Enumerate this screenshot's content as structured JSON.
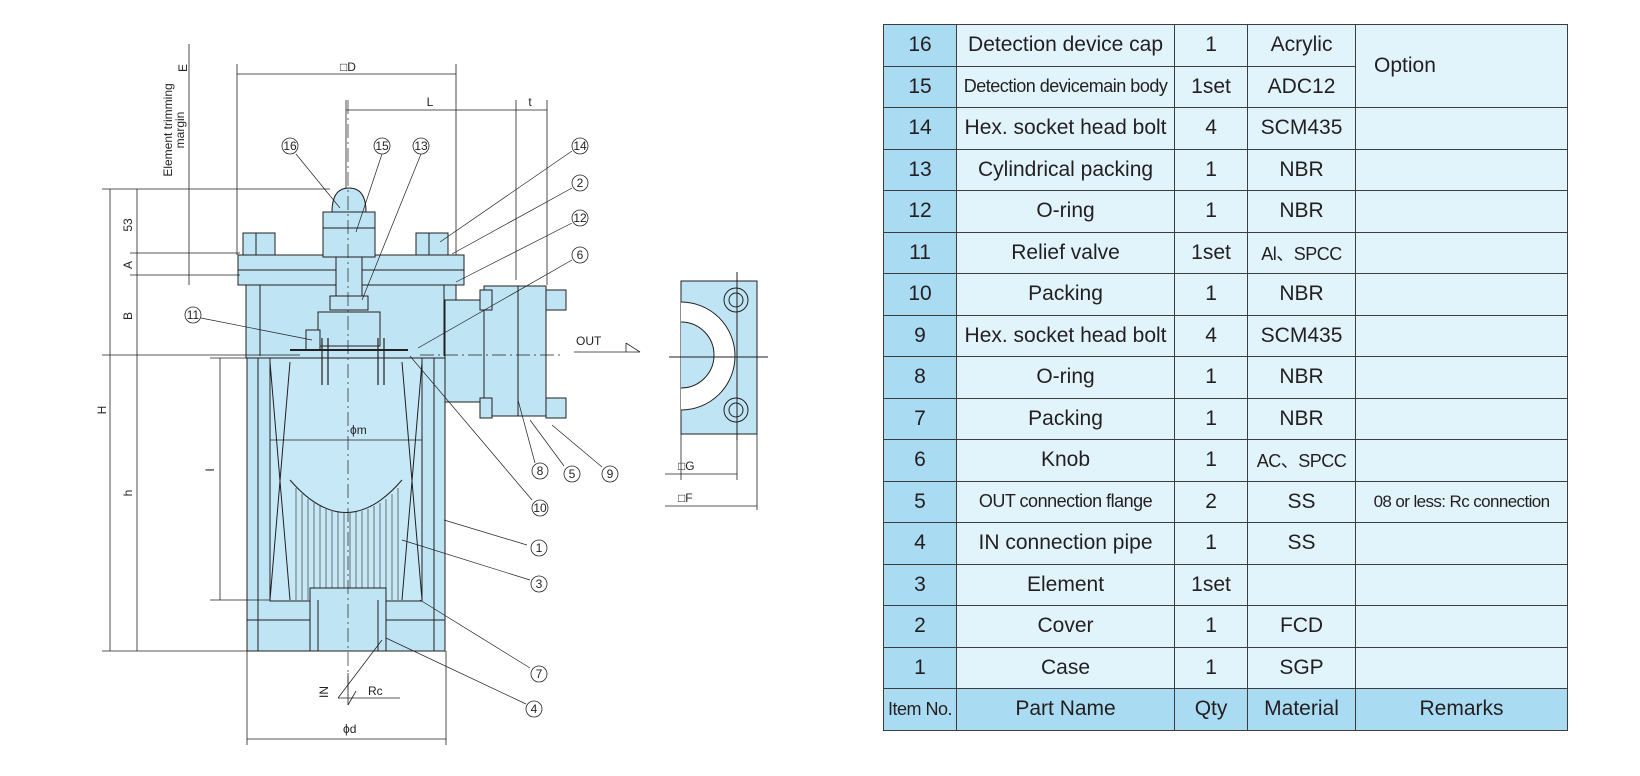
{
  "drawing": {
    "dimensions": {
      "D": "□D",
      "E": "E",
      "L": "L",
      "t": "t",
      "dim_53": "53",
      "A": "A",
      "B": "B",
      "H": "H",
      "h": "h",
      "I": "I",
      "phi_m": "ϕm",
      "phi_d": "ϕd",
      "G": "□G",
      "F": "□F",
      "Rc": "Rc"
    },
    "element_trimming_line1": "Element trimming",
    "element_trimming_line2": "margin",
    "out_label": "OUT",
    "in_label": "IN",
    "callouts": [
      "16",
      "15",
      "13",
      "14",
      "2",
      "12",
      "6",
      "11",
      "8",
      "5",
      "9",
      "10",
      "1",
      "3",
      "7",
      "4"
    ]
  },
  "table": {
    "rows": [
      {
        "no": "16",
        "name": "Detection device cap",
        "qty": "1",
        "material": "Acrylic",
        "remarks": "Option"
      },
      {
        "no": "15",
        "name": "Detection devicemain body",
        "qty": "1set",
        "material": "ADC12",
        "remarks": ""
      },
      {
        "no": "14",
        "name": "Hex. socket head bolt",
        "qty": "4",
        "material": "SCM435",
        "remarks": ""
      },
      {
        "no": "13",
        "name": "Cylindrical packing",
        "qty": "1",
        "material": "NBR",
        "remarks": ""
      },
      {
        "no": "12",
        "name": "O-ring",
        "qty": "1",
        "material": "NBR",
        "remarks": ""
      },
      {
        "no": "11",
        "name": "Relief valve",
        "qty": "1set",
        "material": "Al、SPCC",
        "remarks": ""
      },
      {
        "no": "10",
        "name": "Packing",
        "qty": "1",
        "material": "NBR",
        "remarks": ""
      },
      {
        "no": "9",
        "name": "Hex. socket head bolt",
        "qty": "4",
        "material": "SCM435",
        "remarks": ""
      },
      {
        "no": "8",
        "name": "O-ring",
        "qty": "1",
        "material": "NBR",
        "remarks": ""
      },
      {
        "no": "7",
        "name": "Packing",
        "qty": "1",
        "material": "NBR",
        "remarks": ""
      },
      {
        "no": "6",
        "name": "Knob",
        "qty": "1",
        "material": "AC、SPCC",
        "remarks": ""
      },
      {
        "no": "5",
        "name": "OUT connection flange",
        "qty": "2",
        "material": "SS",
        "remarks": "08 or less: Rc connection"
      },
      {
        "no": "4",
        "name": "IN connection pipe",
        "qty": "1",
        "material": "SS",
        "remarks": ""
      },
      {
        "no": "3",
        "name": "Element",
        "qty": "1set",
        "material": "",
        "remarks": ""
      },
      {
        "no": "2",
        "name": "Cover",
        "qty": "1",
        "material": "FCD",
        "remarks": ""
      },
      {
        "no": "1",
        "name": "Case",
        "qty": "1",
        "material": "SGP",
        "remarks": ""
      }
    ],
    "header": {
      "no": "Item No.",
      "name": "Part Name",
      "qty": "Qty",
      "material": "Material",
      "remarks": "Remarks"
    }
  },
  "colors": {
    "part_fill": "#bfe5f5",
    "table_number_fill": "#a9dcf3",
    "table_body_fill": "#e1f3fb",
    "line": "#231f20"
  }
}
